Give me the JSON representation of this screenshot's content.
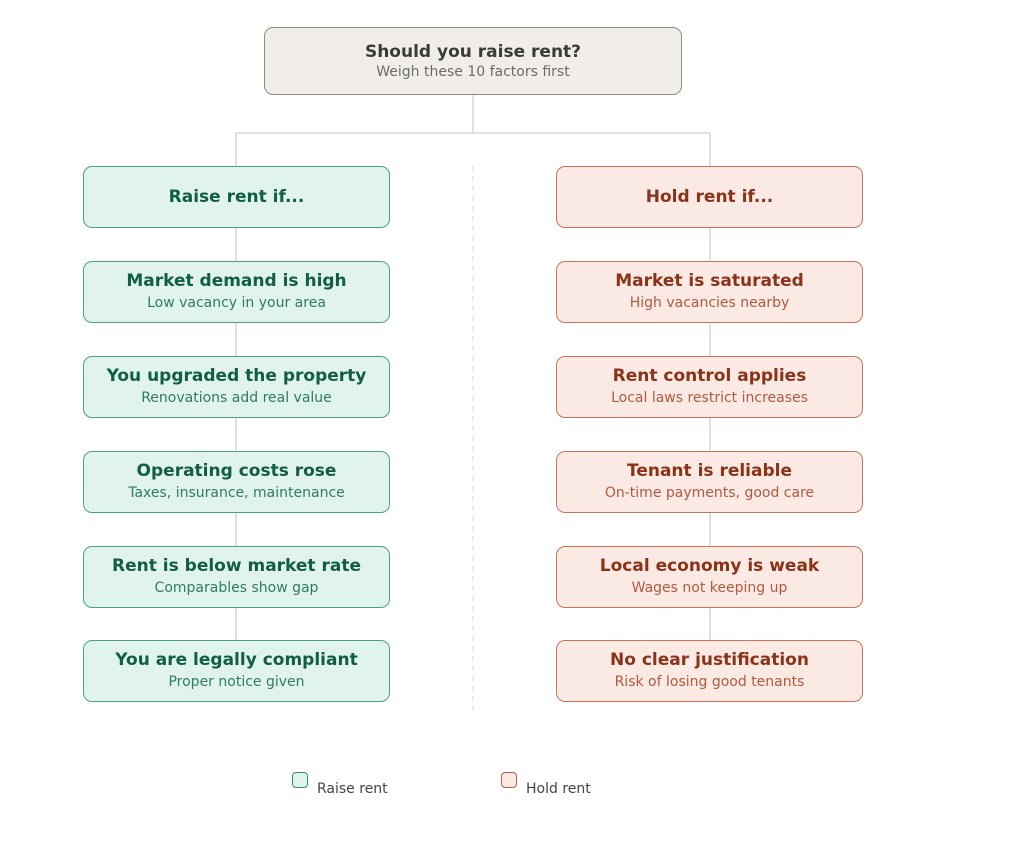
{
  "root": {
    "title": "Should you raise rent?",
    "subtitle": "Weigh these 10 factors first"
  },
  "left": {
    "header": "Raise rent if...",
    "items": [
      {
        "title": "Market demand is high",
        "subtitle": "Low vacancy in your area"
      },
      {
        "title": "You upgraded the property",
        "subtitle": "Renovations add real value"
      },
      {
        "title": "Operating costs rose",
        "subtitle": "Taxes, insurance, maintenance"
      },
      {
        "title": "Rent is below market rate",
        "subtitle": "Comparables show gap"
      },
      {
        "title": "You are legally compliant",
        "subtitle": "Proper notice given"
      }
    ]
  },
  "right": {
    "header": "Hold rent if...",
    "items": [
      {
        "title": "Market is saturated",
        "subtitle": "High vacancies nearby"
      },
      {
        "title": "Rent control applies",
        "subtitle": "Local laws restrict increases"
      },
      {
        "title": "Tenant is reliable",
        "subtitle": "On-time payments, good care"
      },
      {
        "title": "Local economy is weak",
        "subtitle": "Wages not keeping up"
      },
      {
        "title": "No clear justification",
        "subtitle": "Risk of losing good tenants"
      }
    ]
  },
  "legend": {
    "raise": "Raise rent",
    "hold": "Hold rent"
  },
  "colors": {
    "raise_fill": "#e0f3ec",
    "raise_border": "#4ca383",
    "hold_fill": "#fbe9e4",
    "hold_border": "#c8745a"
  }
}
